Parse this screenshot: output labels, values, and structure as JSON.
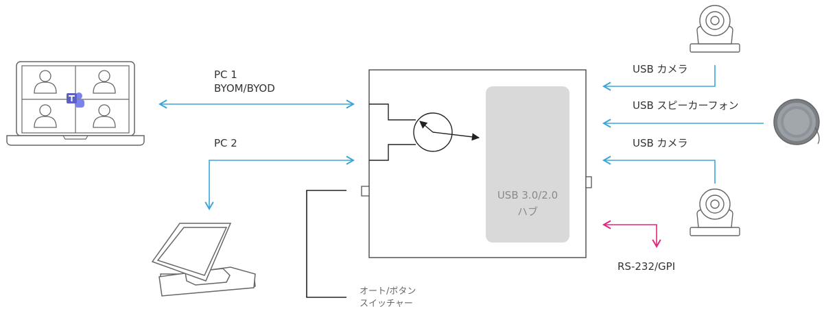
{
  "labels": {
    "pc1_line1": "PC 1",
    "pc1_line2": "BYOM/BYOD",
    "pc2": "PC 2",
    "hub_line1": "USB 3.0/2.0",
    "hub_line2": "ハブ",
    "usb_camera_1": "USB カメラ",
    "usb_speakerphone": "USB スピーカーフォン",
    "usb_camera_2": "USB  カメラ",
    "rs232": "RS-232/GPI",
    "switch_line1": "オート/ボタン",
    "switch_line2": "スイッチャー"
  },
  "icons": {
    "laptop": "laptop-teams-meeting-icon",
    "tablet": "touch-panel-icon",
    "camera": "webcam-icon",
    "speakerphone": "speakerphone-icon"
  },
  "colors": {
    "usb_arrow": "#3aa6d8",
    "control_arrow": "#e0267d",
    "outline": "#555555",
    "hub_fill": "#d9d9d9",
    "teams_purple": "#5b5fc7"
  }
}
